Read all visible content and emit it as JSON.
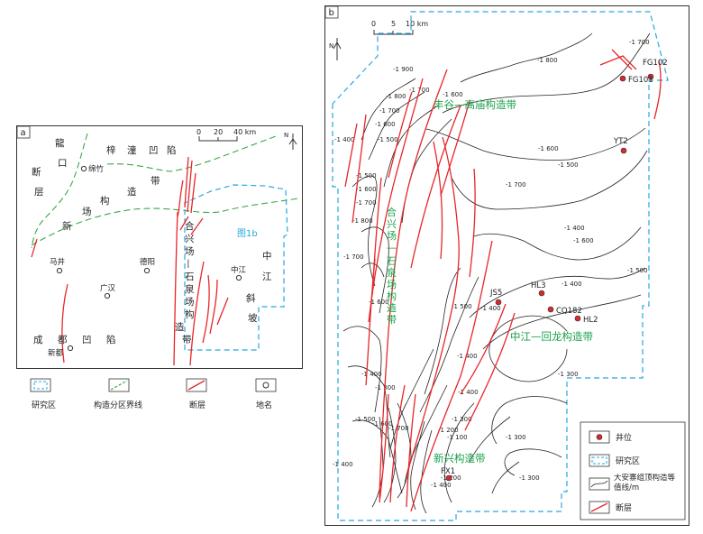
{
  "panel_a": {
    "tag": "a",
    "scale": {
      "ticks": [
        "0",
        "20",
        "40 km"
      ]
    },
    "north": "N",
    "zones": {
      "longmen": [
        "龍",
        "口",
        "断",
        "层"
      ],
      "zitong": [
        "梓",
        "潼",
        "凹",
        "陷"
      ],
      "mianyang": [
        "绵",
        "竹",
        "构",
        "造",
        "带"
      ],
      "xinchang": [
        "新",
        "场"
      ],
      "shiquan": [
        "合",
        "兴",
        "场",
        "—",
        "石",
        "泉",
        "场",
        "构",
        "造",
        "带"
      ],
      "zhongjiang": [
        "中",
        "江",
        "斜",
        "坡"
      ],
      "chengdu": [
        "成",
        "都",
        "凹",
        "陷"
      ],
      "study_label": "图1b"
    },
    "places": {
      "mianzhu": "绵竹",
      "majing": "马井",
      "deyang": "德阳",
      "guanghan": "广汉",
      "zhongjiang": "中江",
      "xindu": "新都"
    }
  },
  "legend_a": {
    "study_area": "研究区",
    "zone_boundary": "构造分区界线",
    "fault": "断层",
    "place": "地名"
  },
  "panel_b": {
    "tag": "b",
    "scale": {
      "ticks": [
        "0",
        "5",
        "10 km"
      ]
    },
    "north": "N",
    "zones": {
      "fenggu": "丰谷—高庙构造带",
      "hexing": [
        "合",
        "兴",
        "场",
        "—",
        "石",
        "泉",
        "场",
        "构",
        "造",
        "带"
      ],
      "zhongjiang": "中江—回龙构造带",
      "xinxing": "新兴构造带"
    },
    "wells": [
      "FG102",
      "FG101",
      "YT2",
      "JS5",
      "HL3",
      "CQ182",
      "HL2",
      "FX1"
    ],
    "contour_labels": [
      "-1 800",
      "-1 700",
      "-1 900",
      "-1 800",
      "-1 700",
      "-1 600",
      "-1 500",
      "-1 400",
      "-1 700",
      "-1 600",
      "-1 500",
      "-1 600",
      "-1 700",
      "-1 800",
      "-1 600",
      "-1 500",
      "-1 400",
      "-1 700",
      "-1 600",
      "-1 500",
      "-1 400",
      "-1 700",
      "-1 600",
      "-1 500",
      "-1 400",
      "-1 400",
      "-1 300",
      "-1 400",
      "-1 300",
      "-1 500",
      "-1 600",
      "-1 700",
      "-1 400",
      "-1 300",
      "-1 200",
      "-1 100",
      "-1 300",
      "-1 400",
      "-1 300",
      "-1 200",
      "-1 400"
    ]
  },
  "legend_b": {
    "well": "井位",
    "study_area": "研究区",
    "contour": "大安寨组顶构造等值线/m",
    "fault": "断层"
  },
  "colors": {
    "fault": "#e8262a",
    "zone_boundary": "#3aa845",
    "study_area": "#29a8e0",
    "well": "#d7282f",
    "zone_text": "#1aa04a"
  }
}
